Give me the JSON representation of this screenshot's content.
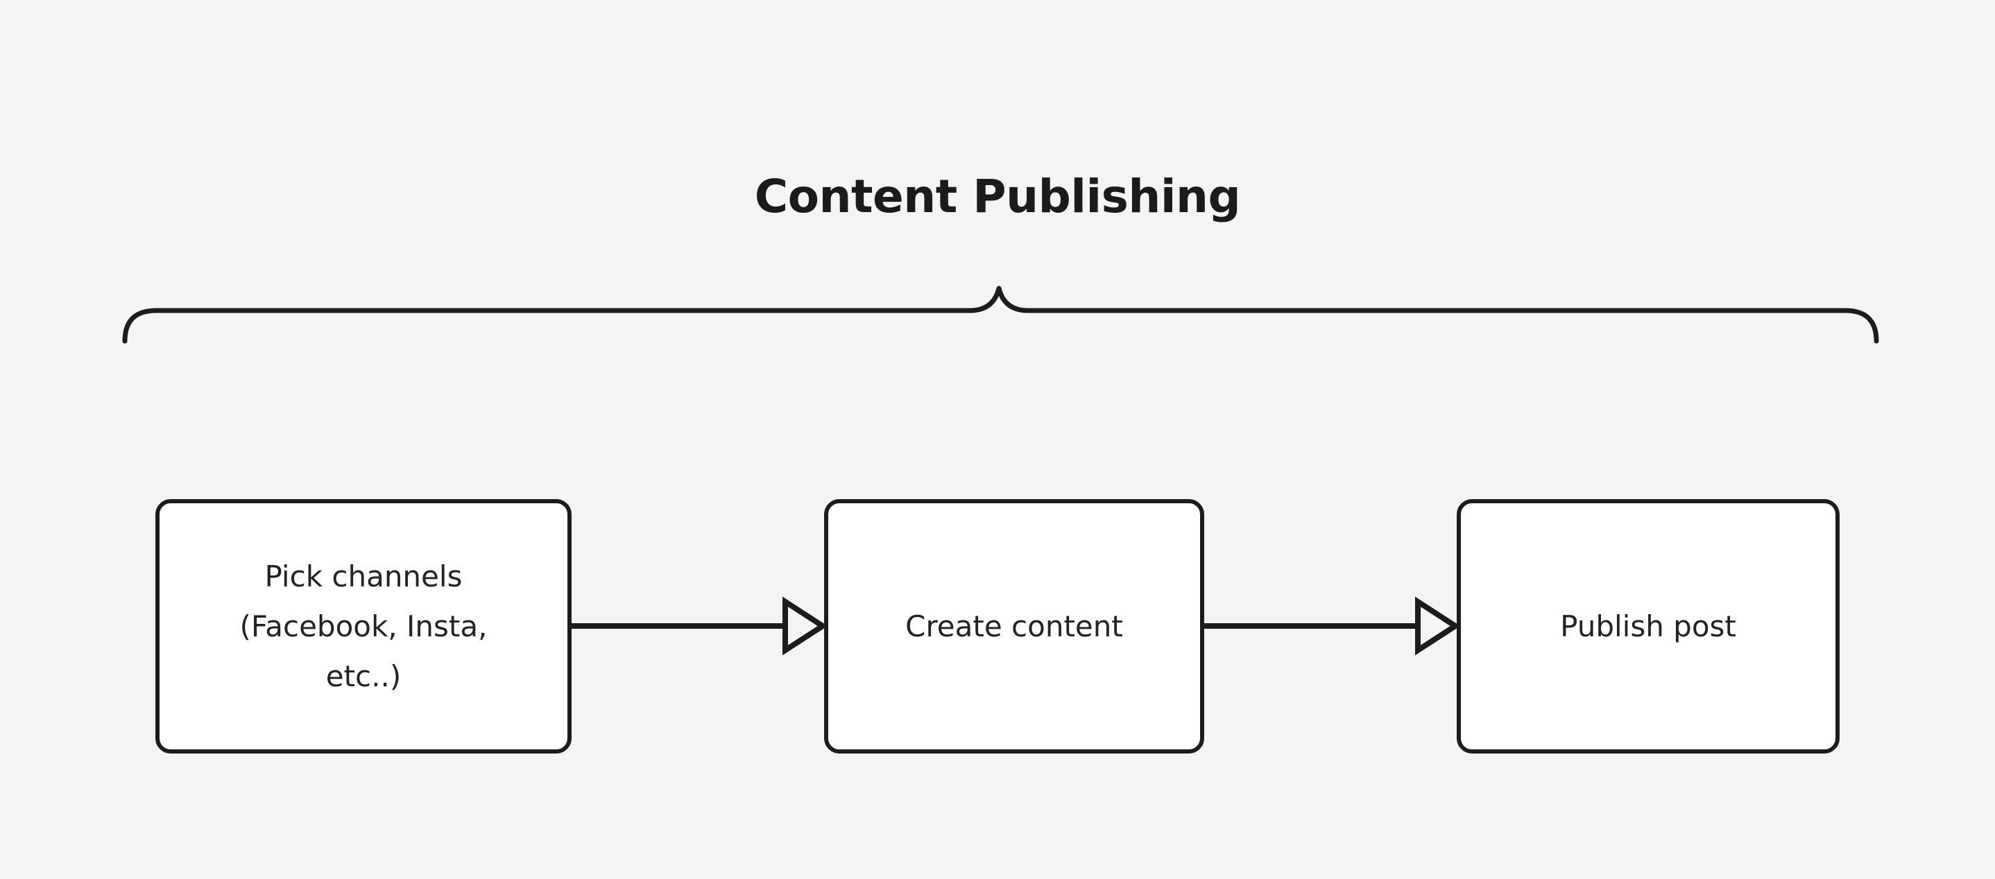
{
  "diagram": {
    "background_color": "#f4f4f4",
    "stroke_color": "#1c1c1c",
    "text_color": "#232323",
    "title_color": "#1b1b1b",
    "node_fill_color": "#ffffff",
    "group": {
      "title": "Content Publishing",
      "bracket_type": "curly-brace-top",
      "bracket_span": "covers all three process steps"
    },
    "nodes": [
      {
        "id": "pick-channels",
        "label": "Pick channels\n(Facebook, Insta,\netc..)",
        "shape": "rounded-rectangle"
      },
      {
        "id": "create-content",
        "label": "Create content",
        "shape": "rounded-rectangle"
      },
      {
        "id": "publish-post",
        "label": "Publish post",
        "shape": "rounded-rectangle"
      }
    ],
    "connectors": [
      {
        "id": "pick-to-create",
        "from": "pick-channels",
        "to": "create-content",
        "label": "",
        "arrowhead": "hollow-triangle",
        "direction": "right"
      },
      {
        "id": "create-to-publish",
        "from": "create-content",
        "to": "publish-post",
        "label": "",
        "arrowhead": "hollow-triangle",
        "direction": "right"
      }
    ]
  }
}
